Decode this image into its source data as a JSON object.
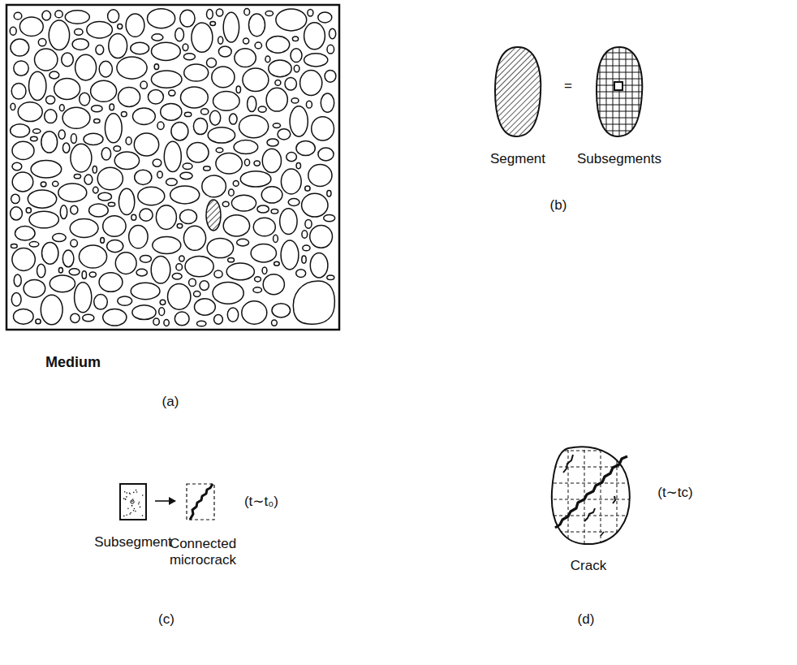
{
  "diagram": {
    "labels": [
      "Medium",
      "(a)",
      "Segment",
      "=",
      "Subsegments",
      "(b)",
      "Subsegment",
      "Connected microcrack",
      "(t∼t₀)",
      "(c)",
      "Crack",
      "(t∼tc)",
      "(d)"
    ]
  }
}
